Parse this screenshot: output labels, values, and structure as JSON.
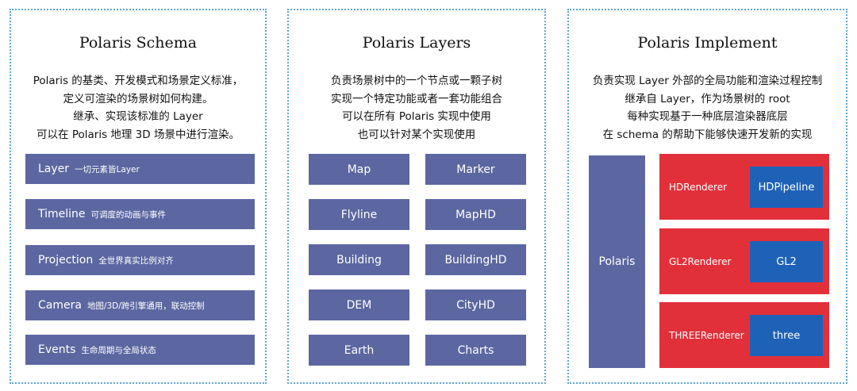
{
  "schema": {
    "title": "Polaris Schema",
    "desc": [
      "Polaris 的基类、开发模式和场景定义标准，",
      "定义可渲染的场景树如何构建。",
      "继承、实现该标准的 Layer",
      "可以在 Polaris 地理 3D 场景中进行渲染。"
    ],
    "items": [
      {
        "name": "Layer",
        "desc": "一切元素皆Layer"
      },
      {
        "name": "Timeline",
        "desc": "可调度的动画与事件"
      },
      {
        "name": "Projection",
        "desc": "全世界真实比例对齐"
      },
      {
        "name": "Camera",
        "desc": "地图/3D/跨引擎通用，联动控制"
      },
      {
        "name": "Events",
        "desc": "生命周期与全局状态"
      }
    ]
  },
  "layers": {
    "title": "Polaris Layers",
    "desc": [
      "负责场景树中的一个节点或一颗子树",
      "实现一个特定功能或者一套功能组合",
      "可以在所有 Polaris 实现中使用",
      "也可以针对某个实现使用"
    ],
    "items": [
      "Map",
      "Marker",
      "Flyline",
      "MapHD",
      "Building",
      "BuildingHD",
      "DEM",
      "CityHD",
      "Earth",
      "Charts"
    ]
  },
  "implement": {
    "title": "Polaris Implement",
    "desc": [
      "负责实现 Layer 外部的全局功能和渲染过程控制",
      "继承自 Layer，作为场景树的 root",
      "每种实现基于一种底层渲染器底层",
      "在 schema 的帮助下能够快速开发新的实现"
    ],
    "root": "Polaris",
    "renderers": [
      {
        "name": "HDRenderer",
        "pipeline": "HDPipeline"
      },
      {
        "name": "GL2Renderer",
        "pipeline": "GL2"
      },
      {
        "name": "THREERenderer",
        "pipeline": "three"
      }
    ]
  },
  "colors": {
    "panel_border": "#5aa6d6",
    "item_fill": "#5c67a1",
    "renderer_fill": "#e2303a",
    "pipeline_fill": "#1e62b8"
  }
}
